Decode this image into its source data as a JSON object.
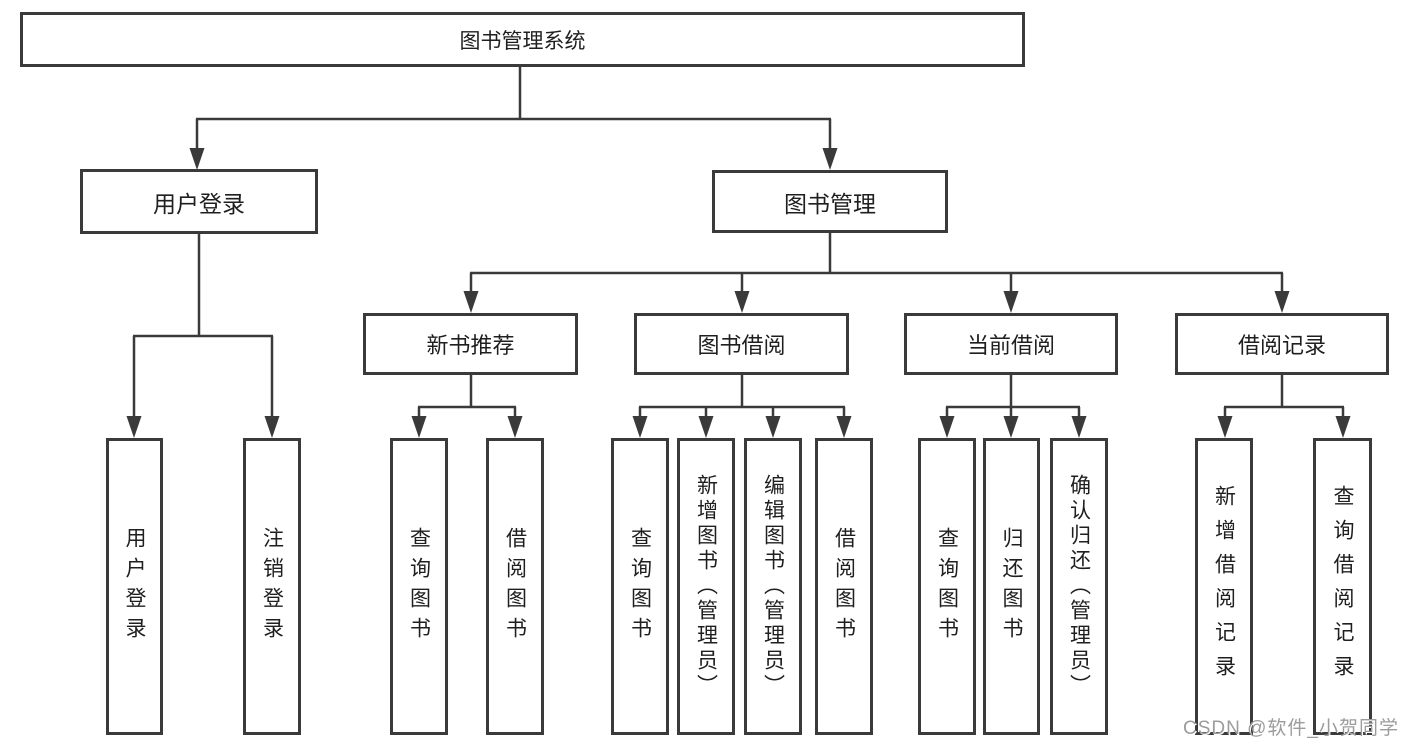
{
  "diagram": {
    "title": "图书管理系统",
    "branches": [
      {
        "label": "用户登录",
        "children": [
          {
            "label": "用户登录"
          },
          {
            "label": "注销登录"
          }
        ]
      },
      {
        "label": "图书管理",
        "children": [
          {
            "label": "新书推荐",
            "children": [
              {
                "label": "查询图书"
              },
              {
                "label": "借阅图书"
              }
            ]
          },
          {
            "label": "图书借阅",
            "children": [
              {
                "label": "查询图书"
              },
              {
                "label": "新增图书（管理员）"
              },
              {
                "label": "编辑图书（管理员）"
              },
              {
                "label": "借阅图书"
              }
            ]
          },
          {
            "label": "当前借阅",
            "children": [
              {
                "label": "查询图书"
              },
              {
                "label": "归还图书"
              },
              {
                "label": "确认归还（管理员）"
              }
            ]
          },
          {
            "label": "借阅记录",
            "children": [
              {
                "label": "新增借阅记录"
              },
              {
                "label": "查询借阅记录"
              }
            ]
          }
        ]
      }
    ],
    "line_color": "#3a3a3a",
    "border_color": "#3a3a3a",
    "text_color": "#1f1f1f"
  },
  "watermark": {
    "text": "CSDN @软件_小贺同学",
    "color": "#9c9c9c"
  }
}
